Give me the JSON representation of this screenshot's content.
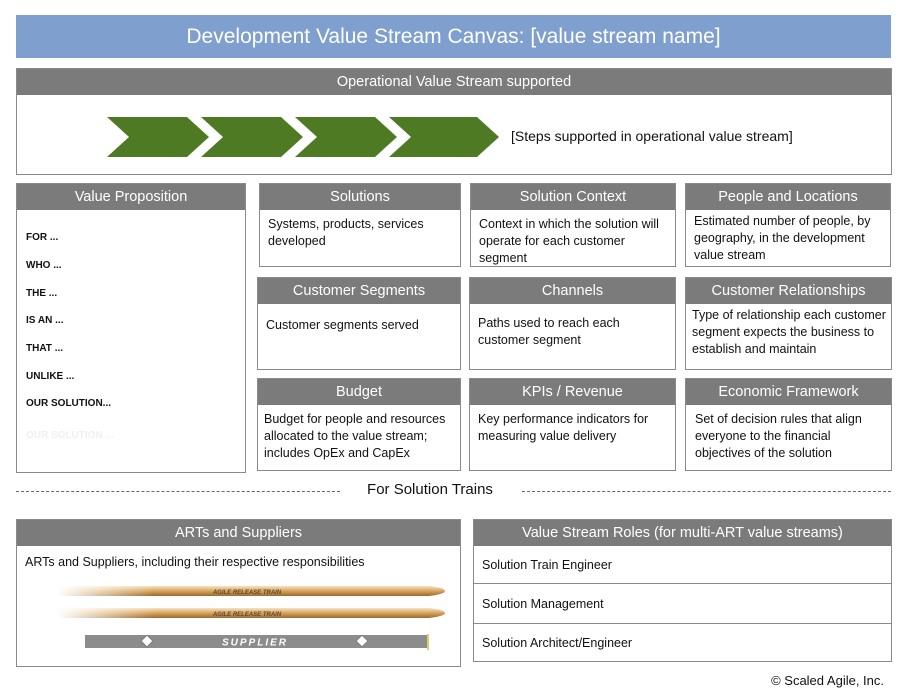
{
  "title": "Development Value Stream Canvas: [value stream name]",
  "operational": {
    "header": "Operational Value Stream supported",
    "steps_label": "[Steps supported in operational value stream]",
    "arrow_count": 4,
    "arrow_color": "#4f7a24"
  },
  "value_proposition": {
    "header": "Value Proposition",
    "lines": [
      "FOR ...",
      "WHO ...",
      "THE ...",
      "IS AN ...",
      "THAT ...",
      "UNLIKE ...",
      "OUR SOLUTION...",
      "OUR SOLUTION ..."
    ]
  },
  "cells": {
    "solutions": {
      "header": "Solutions",
      "text": "Systems, products, services developed"
    },
    "solution_context": {
      "header": "Solution Context",
      "text": "Context in which the solution will operate for each customer segment"
    },
    "people": {
      "header": "People and Locations",
      "text": "Estimated number of people, by geography, in the development value stream"
    },
    "segments": {
      "header": "Customer Segments",
      "text": "Customer segments served"
    },
    "channels": {
      "header": "Channels",
      "text": "Paths used to reach each customer segment"
    },
    "relationships": {
      "header": "Customer Relationships",
      "text": "Type of relationship each customer segment expects the business to establish and maintain"
    },
    "budget": {
      "header": "Budget",
      "text": "Budget for people and resources allocated to the value stream; includes OpEx and CapEx"
    },
    "kpis": {
      "header": "KPIs / Revenue",
      "text": "Key performance indicators for measuring value delivery"
    },
    "economic": {
      "header": "Economic Framework",
      "text": "Set of decision rules that align everyone to the financial objectives of the solution"
    }
  },
  "for_trains": "For Solution Trains",
  "arts": {
    "header": "ARTs and Suppliers",
    "text": "ARTs and Suppliers, including their respective responsibilities",
    "train_label": "AGILE RELEASE TRAIN",
    "supplier_label": "SUPPLIER"
  },
  "roles": {
    "header": "Value Stream Roles (for multi-ART value streams)",
    "items": [
      "Solution Train Engineer",
      "Solution Management",
      "Solution Architect/Engineer"
    ]
  },
  "copyright": "© Scaled Agile, Inc."
}
